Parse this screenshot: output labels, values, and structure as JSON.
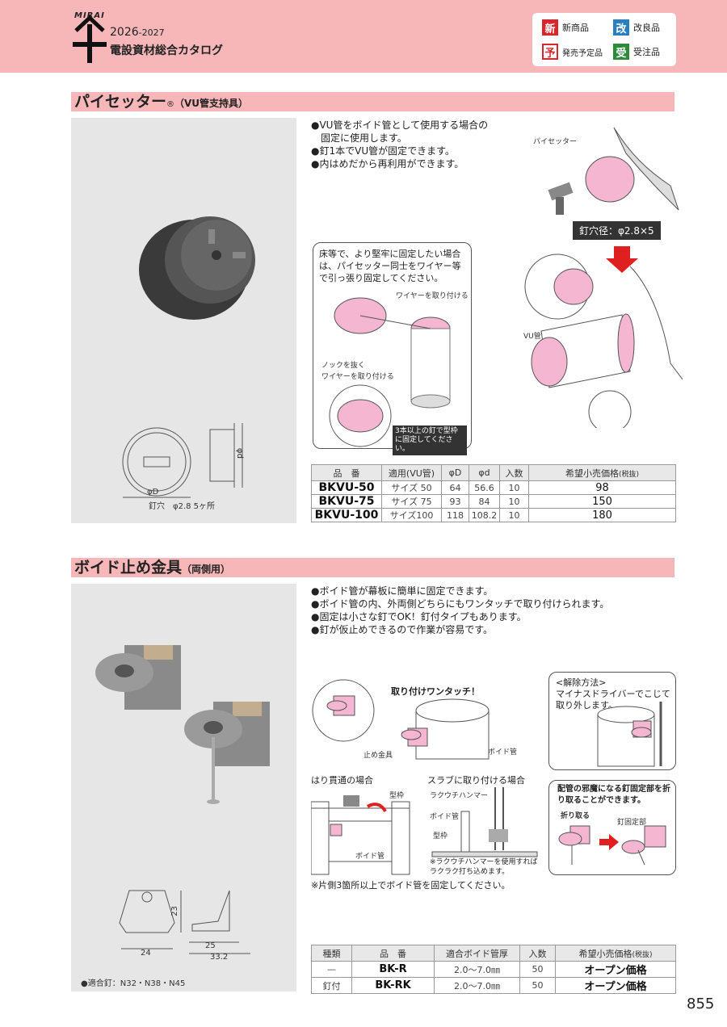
{
  "header": {
    "logo_text": "MIRAI",
    "year": "2026",
    "year_suffix": "-2027",
    "catalog_title": "電設資材総合カタログ",
    "legend": [
      {
        "badge": "新",
        "label": "新商品",
        "color": "#d9262b"
      },
      {
        "badge": "改",
        "label": "改良品",
        "color": "#2a7fc1"
      },
      {
        "badge": "予",
        "label": "発売予定品",
        "color": "#d9262b"
      },
      {
        "badge": "受",
        "label": "受注品",
        "color": "#2e8b3a"
      }
    ]
  },
  "section1": {
    "title": "パイセッター",
    "reg": "®",
    "subtitle": "（VU管支持具）",
    "bullets": [
      "●VU管をボイド管として使用する場合の固定に使用します。",
      "●釘1本でVU管が固定できます。",
      "●内はめだから再利用ができます。"
    ],
    "callout_text": "床等で、より堅牢に固定したい場合は、パイセッター同士をワイヤー等で引っ張り固定してください。",
    "labels": {
      "wire_attach": "ワイヤーを取り付ける",
      "knock": "ノックを抜く",
      "wire_attach2": "ワイヤーを取り付ける",
      "nail_note": "3本以上の釘で型枠に固定してください。",
      "paisetter": "パイセッター",
      "nail_hole": "釘穴径：φ2.8×5",
      "vu_pipe": "VU管",
      "dim_d": "φD",
      "dim_small_d": "φd",
      "nail_holes": "釘穴　φ2.8 5ヶ所"
    },
    "table": {
      "headers": [
        "品　番",
        "適用(VU管)",
        "φD",
        "φd",
        "入数",
        "希望小売価格"
      ],
      "price_note": "(税抜)",
      "rows": [
        [
          "BKVU-50",
          "サイズ 50",
          "64",
          "56.6",
          "10",
          "98"
        ],
        [
          "BKVU-75",
          "サイズ 75",
          "93",
          "84",
          "10",
          "150"
        ],
        [
          "BKVU-100",
          "サイズ100",
          "118",
          "108.2",
          "10",
          "180"
        ]
      ]
    }
  },
  "section2": {
    "title": "ボイド止め金具",
    "subtitle": "（両側用）",
    "bullets": [
      "●ボイド管が幕板に簡単に固定できます。",
      "●ボイド管の内、外両側どちらにもワンタッチで取り付けられます。",
      "●固定は小さな釘でOK！釘付タイプもあります。",
      "●釘が仮止めできるので作業が容易です。"
    ],
    "labels": {
      "one_touch": "取り付けワンタッチ！",
      "bracket": "止め金具",
      "void_pipe": "ボイド管",
      "release_title": "<解除方法>",
      "release_text": "マイナスドライバーでこじて取り外します。",
      "beam": "はり貫通の場合",
      "slab": "スラブに取り付ける場合",
      "formwork": "型枠",
      "hammer": "ラクウチハンマー",
      "void_pipe2": "ボイド管",
      "formwork2": "型枠",
      "void_pipe3": "ボイド管",
      "hammer_note": "※ラクウチハンマーを使用すればラクラク打ち込めます。",
      "breakoff_title": "配管の邪魔になる釘固定部を折り取ることができます。",
      "break": "折り取る",
      "nail_part": "釘固定部",
      "fix_note": "※片側3箇所以上でボイド管を固定してください。",
      "dim_23": "23",
      "dim_24": "24",
      "dim_25": "25",
      "dim_332": "33.2",
      "nails": "●適合釘：N32・N38・N45"
    },
    "table": {
      "headers": [
        "種類",
        "品　番",
        "適合ボイド管厚",
        "入数",
        "希望小売価格"
      ],
      "price_note": "(税抜)",
      "rows": [
        [
          "—",
          "BK-R",
          "2.0〜7.0㎜",
          "50",
          "オープン価格"
        ],
        [
          "釘付",
          "BK-RK",
          "2.0〜7.0㎜",
          "50",
          "オープン価格"
        ]
      ]
    }
  },
  "page_number": "855"
}
